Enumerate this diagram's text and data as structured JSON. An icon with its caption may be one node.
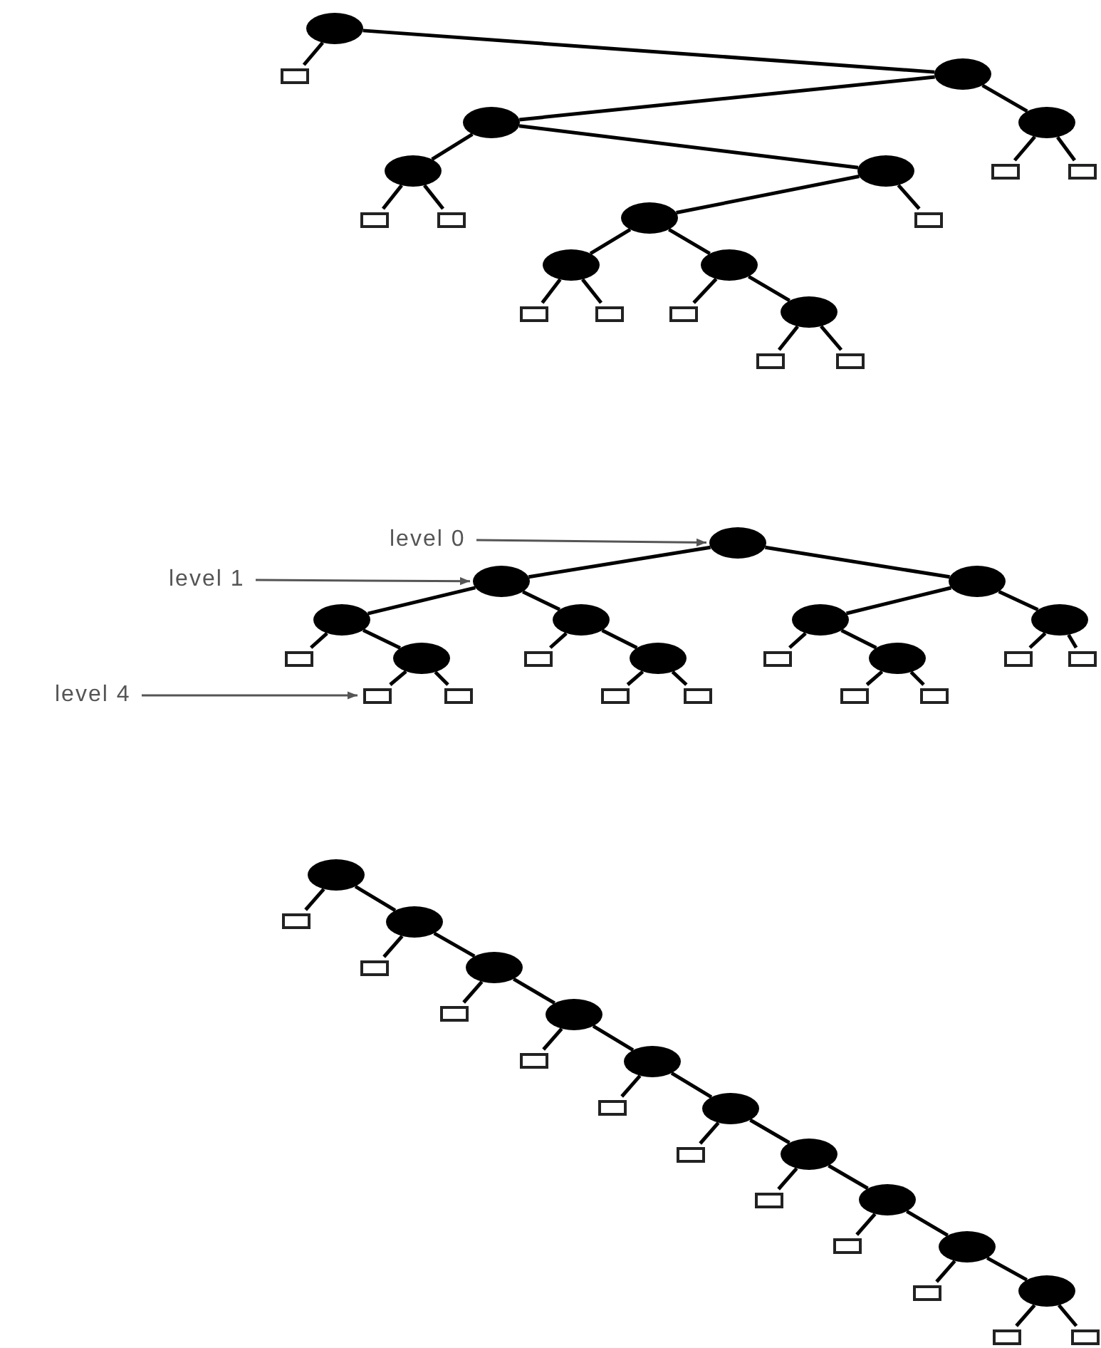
{
  "diagram": {
    "nodes": [
      {
        "text": [],
        "shape": "circle"
      },
      {
        "text": [],
        "shape": "box"
      },
      {
        "text": [],
        "shape": "circle"
      },
      {
        "text": [],
        "shape": "circle"
      },
      {
        "text": [],
        "shape": "circle"
      },
      {
        "text": [],
        "shape": "circle"
      },
      {
        "text": [],
        "shape": "circle"
      },
      {
        "text": [],
        "shape": "box"
      },
      {
        "text": [],
        "shape": "box"
      },
      {
        "text": [],
        "shape": "box"
      },
      {
        "text": [],
        "shape": "box"
      },
      {
        "text": [],
        "shape": "circle"
      },
      {
        "text": [],
        "shape": "box"
      },
      {
        "text": [],
        "shape": "circle"
      },
      {
        "text": [],
        "shape": "circle"
      },
      {
        "text": [],
        "shape": "box"
      },
      {
        "text": [],
        "shape": "box"
      },
      {
        "text": [],
        "shape": "box"
      },
      {
        "text": [],
        "shape": "circle"
      },
      {
        "text": [],
        "shape": "box"
      },
      {
        "text": [],
        "shape": "box"
      },
      {
        "text": [
          "level 0"
        ]
      },
      {
        "text": [],
        "shape": "circle"
      },
      {
        "text": [
          "level 1"
        ]
      },
      {
        "text": [],
        "shape": "circle"
      },
      {
        "text": [],
        "shape": "circle"
      },
      {
        "text": [],
        "shape": "circle"
      },
      {
        "text": [],
        "shape": "circle"
      },
      {
        "text": [],
        "shape": "circle"
      },
      {
        "text": [],
        "shape": "circle"
      },
      {
        "text": [],
        "shape": "box"
      },
      {
        "text": [],
        "shape": "circle"
      },
      {
        "text": [],
        "shape": "box"
      },
      {
        "text": [],
        "shape": "circle"
      },
      {
        "text": [],
        "shape": "box"
      },
      {
        "text": [],
        "shape": "circle"
      },
      {
        "text": [],
        "shape": "box"
      },
      {
        "text": [],
        "shape": "box"
      },
      {
        "text": [
          "level 4"
        ]
      },
      {
        "text": [],
        "shape": "box"
      },
      {
        "text": [],
        "shape": "box"
      },
      {
        "text": [],
        "shape": "box"
      },
      {
        "text": [],
        "shape": "box"
      },
      {
        "text": [],
        "shape": "box"
      },
      {
        "text": [],
        "shape": "box"
      },
      {
        "text": [],
        "shape": "circle"
      },
      {
        "text": [],
        "shape": "box"
      },
      {
        "text": [],
        "shape": "circle"
      },
      {
        "text": [],
        "shape": "box"
      },
      {
        "text": [],
        "shape": "circle"
      },
      {
        "text": [],
        "shape": "box"
      },
      {
        "text": [],
        "shape": "circle"
      },
      {
        "text": [],
        "shape": "box"
      },
      {
        "text": [],
        "shape": "circle"
      },
      {
        "text": [],
        "shape": "box"
      },
      {
        "text": [],
        "shape": "circle"
      },
      {
        "text": [],
        "shape": "box"
      },
      {
        "text": [],
        "shape": "circle"
      },
      {
        "text": [],
        "shape": "box"
      },
      {
        "text": [],
        "shape": "circle"
      },
      {
        "text": [],
        "shape": "box"
      },
      {
        "text": [],
        "shape": "circle"
      },
      {
        "text": [],
        "shape": "box"
      },
      {
        "text": [],
        "shape": "circle"
      },
      {
        "text": [],
        "shape": "box"
      },
      {
        "text": [],
        "shape": "box"
      }
    ],
    "edges": [
      {
        "from": 0,
        "to": 1,
        "arrow": "none"
      },
      {
        "from": 0,
        "to": 2,
        "arrow": "none"
      },
      {
        "from": 2,
        "to": 3,
        "arrow": "none"
      },
      {
        "from": 2,
        "to": 4,
        "arrow": "none"
      },
      {
        "from": 4,
        "to": 7,
        "arrow": "none"
      },
      {
        "from": 4,
        "to": 8,
        "arrow": "none"
      },
      {
        "from": 3,
        "to": 5,
        "arrow": "none"
      },
      {
        "from": 3,
        "to": 6,
        "arrow": "none"
      },
      {
        "from": 5,
        "to": 9,
        "arrow": "none"
      },
      {
        "from": 5,
        "to": 10,
        "arrow": "none"
      },
      {
        "from": 6,
        "to": 11,
        "arrow": "none"
      },
      {
        "from": 6,
        "to": 12,
        "arrow": "none"
      },
      {
        "from": 11,
        "to": 13,
        "arrow": "none"
      },
      {
        "from": 11,
        "to": 14,
        "arrow": "none"
      },
      {
        "from": 13,
        "to": 15,
        "arrow": "none"
      },
      {
        "from": 13,
        "to": 16,
        "arrow": "none"
      },
      {
        "from": 14,
        "to": 17,
        "arrow": "none"
      },
      {
        "from": 14,
        "to": 18,
        "arrow": "none"
      },
      {
        "from": 18,
        "to": 19,
        "arrow": "none"
      },
      {
        "from": 18,
        "to": 20,
        "arrow": "none"
      },
      {
        "from": 21,
        "to": 22,
        "arrow": "to"
      },
      {
        "from": 22,
        "to": 24,
        "arrow": "none"
      },
      {
        "from": 22,
        "to": 25,
        "arrow": "none"
      },
      {
        "from": 23,
        "to": 24,
        "arrow": "to"
      },
      {
        "from": 24,
        "to": 26,
        "arrow": "none"
      },
      {
        "from": 24,
        "to": 27,
        "arrow": "none"
      },
      {
        "from": 25,
        "to": 28,
        "arrow": "none"
      },
      {
        "from": 25,
        "to": 29,
        "arrow": "none"
      },
      {
        "from": 26,
        "to": 30,
        "arrow": "none"
      },
      {
        "from": 26,
        "to": 31,
        "arrow": "none"
      },
      {
        "from": 27,
        "to": 32,
        "arrow": "none"
      },
      {
        "from": 27,
        "to": 33,
        "arrow": "none"
      },
      {
        "from": 28,
        "to": 34,
        "arrow": "none"
      },
      {
        "from": 28,
        "to": 35,
        "arrow": "none"
      },
      {
        "from": 29,
        "to": 36,
        "arrow": "none"
      },
      {
        "from": 29,
        "to": 37,
        "arrow": "none"
      },
      {
        "from": 38,
        "to": 39,
        "arrow": "to"
      },
      {
        "from": 31,
        "to": 39,
        "arrow": "none"
      },
      {
        "from": 31,
        "to": 40,
        "arrow": "none"
      },
      {
        "from": 33,
        "to": 41,
        "arrow": "none"
      },
      {
        "from": 33,
        "to": 42,
        "arrow": "none"
      },
      {
        "from": 35,
        "to": 43,
        "arrow": "none"
      },
      {
        "from": 35,
        "to": 44,
        "arrow": "none"
      },
      {
        "from": 45,
        "to": 46,
        "arrow": "none"
      },
      {
        "from": 45,
        "to": 47,
        "arrow": "none"
      },
      {
        "from": 47,
        "to": 48,
        "arrow": "none"
      },
      {
        "from": 47,
        "to": 49,
        "arrow": "none"
      },
      {
        "from": 49,
        "to": 50,
        "arrow": "none"
      },
      {
        "from": 49,
        "to": 51,
        "arrow": "none"
      },
      {
        "from": 51,
        "to": 52,
        "arrow": "none"
      },
      {
        "from": 51,
        "to": 53,
        "arrow": "none"
      },
      {
        "from": 53,
        "to": 54,
        "arrow": "none"
      },
      {
        "from": 53,
        "to": 55,
        "arrow": "none"
      },
      {
        "from": 55,
        "to": 56,
        "arrow": "none"
      },
      {
        "from": 55,
        "to": 57,
        "arrow": "none"
      },
      {
        "from": 57,
        "to": 58,
        "arrow": "none"
      },
      {
        "from": 57,
        "to": 59,
        "arrow": "none"
      },
      {
        "from": 59,
        "to": 60,
        "arrow": "none"
      },
      {
        "from": 59,
        "to": 61,
        "arrow": "none"
      },
      {
        "from": 61,
        "to": 62,
        "arrow": "none"
      },
      {
        "from": 61,
        "to": 63,
        "arrow": "none"
      },
      {
        "from": 63,
        "to": 64,
        "arrow": "none"
      },
      {
        "from": 63,
        "to": 65,
        "arrow": "none"
      }
    ]
  }
}
